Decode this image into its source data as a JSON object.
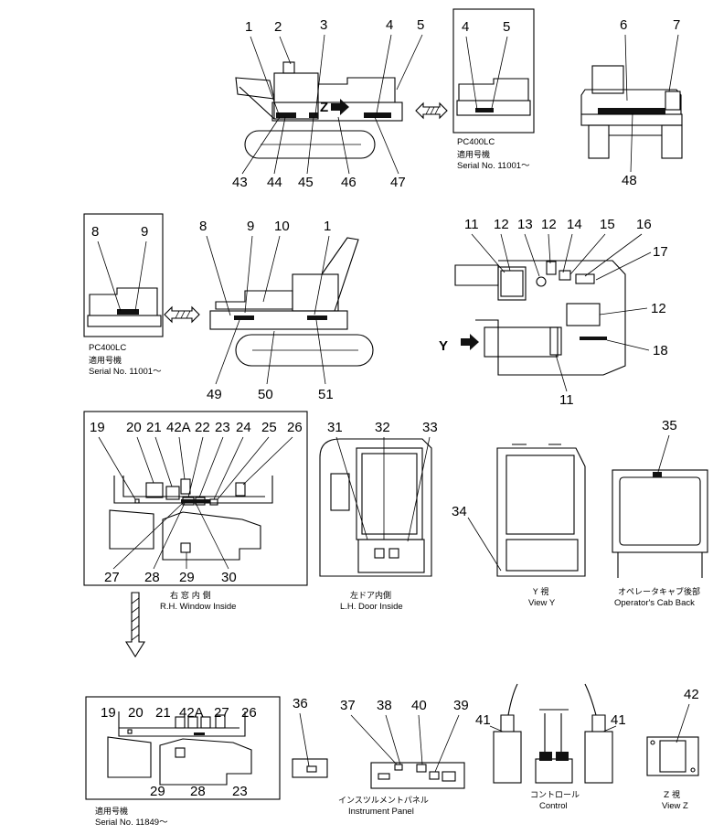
{
  "callouts": {
    "c1a": "1",
    "c2": "2",
    "c3": "3",
    "c4a": "4",
    "c5a": "5",
    "c4b": "4",
    "c5b": "5",
    "c6": "6",
    "c7": "7",
    "c43": "43",
    "c44": "44",
    "c45": "45",
    "c46": "46",
    "c47": "47",
    "c48": "48",
    "c8a": "8",
    "c9a": "9",
    "c8b": "8",
    "c9b": "9",
    "c10": "10",
    "c1b": "1",
    "c49": "49",
    "c50": "50",
    "c51": "51",
    "c11a": "11",
    "c12a": "12",
    "c13": "13",
    "c12b": "12",
    "c14": "14",
    "c15": "15",
    "c16": "16",
    "c17": "17",
    "c12c": "12",
    "c18": "18",
    "c11b": "11",
    "c19a": "19",
    "c20a": "20",
    "c21a": "21",
    "c42Aa": "42A",
    "c22": "22",
    "c23a": "23",
    "c24": "24",
    "c25": "25",
    "c26a": "26",
    "c27a": "27",
    "c28a": "28",
    "c29a": "29",
    "c30": "30",
    "c31": "31",
    "c32": "32",
    "c33": "33",
    "c34": "34",
    "c35": "35",
    "c19b": "19",
    "c20b": "20",
    "c21b": "21",
    "c42Ab": "42A",
    "c27b": "27",
    "c26b": "26",
    "c29b": "29",
    "c28b": "28",
    "c23b": "23",
    "c36": "36",
    "c37": "37",
    "c38": "38",
    "c40": "40",
    "c39": "39",
    "c41a": "41",
    "c41b": "41",
    "c42": "42"
  },
  "markers": {
    "view_z_arrow": "Z",
    "view_y_arrow": "Y"
  },
  "captions": {
    "pc400lc_1": "PC400LC",
    "serial_jp_1": "適用号機",
    "serial_1": "Serial No. 11001～",
    "pc400lc_2": "PC400LC",
    "serial_jp_2": "適用号機",
    "serial_2": "Serial No. 11001～",
    "rh_window_jp": "右 窓 内 側",
    "rh_window": "R.H. Window Inside",
    "lh_door_jp": "左ドア内側",
    "lh_door": "L.H. Door Inside",
    "view_y_jp": "Y 視",
    "view_y": "View Y",
    "cab_back_jp": "オペレータキャブ後部",
    "cab_back": "Operator's Cab Back",
    "serial_jp_3": "適用号機",
    "serial_3": "Serial No. 11849～",
    "instrument_jp": "インスツルメントパネル",
    "instrument": "Instrument Panel",
    "control_jp": "コントロール",
    "control": "Control",
    "view_z_jp": "Z 視",
    "view_z": "View Z"
  }
}
